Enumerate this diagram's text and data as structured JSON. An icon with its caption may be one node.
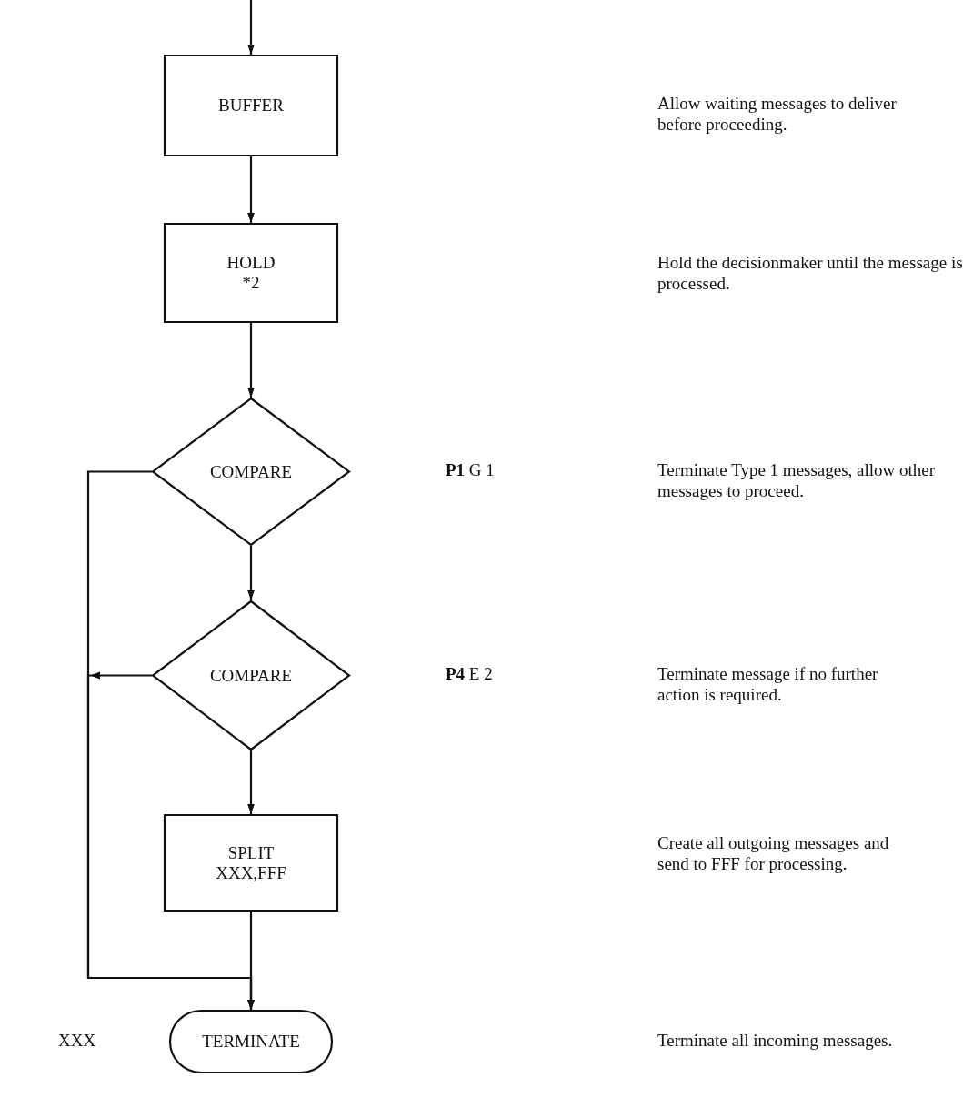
{
  "diagram": {
    "nodes": [
      {
        "text": [
          "BUFFER"
        ]
      },
      {
        "text": [
          "HOLD",
          "*2"
        ]
      },
      {
        "text": [
          "COMPARE"
        ]
      },
      {
        "text": [
          "COMPARE"
        ]
      },
      {
        "text": [
          "SPLIT",
          "XXX,FFF"
        ]
      },
      {
        "text": [
          "TERMINATE"
        ]
      }
    ],
    "edges": [
      {
        "from": null,
        "to": 0,
        "arrow": "to"
      },
      {
        "from": 0,
        "to": 1,
        "arrow": "to"
      },
      {
        "from": 1,
        "to": 2,
        "arrow": "to"
      },
      {
        "from": 2,
        "to": 3,
        "arrow": "to"
      },
      {
        "from": 3,
        "to": 4,
        "arrow": "to"
      },
      {
        "from": 4,
        "to": 5,
        "arrow": "to"
      },
      {
        "from": 2,
        "to": 5,
        "arrow": "to"
      },
      {
        "from": 3,
        "to": 5,
        "arrow": "to"
      }
    ],
    "labels": [
      "Allow waiting messages to deliver before proceeding.",
      "Hold the decisionmaker until the message is processed.",
      "**P1** G 1",
      "Terminate Type 1 messages, allow other messages to proceed.",
      "**P4** E 2",
      "Terminate message if no further action is required.",
      "Create all outgoing messages and send to FFF for processing.",
      "XXX",
      "Terminate all incoming messages."
    ]
  }
}
